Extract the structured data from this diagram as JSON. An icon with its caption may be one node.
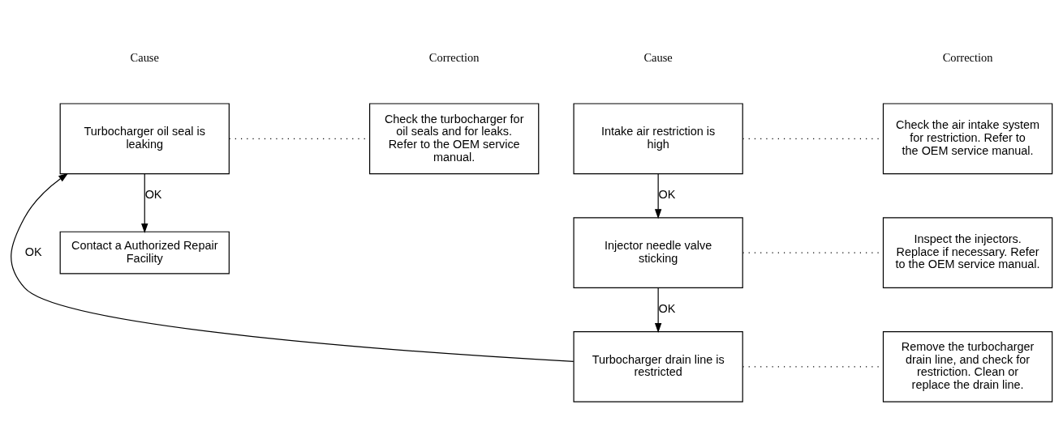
{
  "diagram": {
    "nodes": [
      {
        "text": [
          "Intake air restriction is high"
        ]
      },
      {
        "text": [
          "Check the air intake system for restriction. Refer to the OEM service manual."
        ]
      },
      {
        "text": [
          "Injector needle valve sticking"
        ]
      },
      {
        "text": [
          "Inspect the injectors. Replace if necessary. Refer to the OEM service manual."
        ]
      },
      {
        "text": [
          "Turbocharger drain line is restricted"
        ]
      },
      {
        "text": [
          "Remove the turbocharger drain line, and check for restriction. Clean or replace the drain line."
        ]
      },
      {
        "text": [
          "Turbocharger oil seal is leaking"
        ]
      },
      {
        "text": [
          "Check the turbocharger for oil seals and for leaks. Refer to the OEM service manual."
        ]
      },
      {
        "text": [
          "Contact a Authorized Repair Facility"
        ]
      }
    ],
    "edges": [
      {
        "from": 0,
        "to": 1,
        "arrow": "none",
        "style": "dashed"
      },
      {
        "from": 0,
        "to": 2,
        "arrow": "to",
        "label": "OK"
      },
      {
        "from": 2,
        "to": 3,
        "arrow": "none",
        "style": "dashed"
      },
      {
        "from": 2,
        "to": 4,
        "arrow": "to",
        "label": "OK"
      },
      {
        "from": 4,
        "to": 5,
        "arrow": "none",
        "style": "dashed"
      },
      {
        "from": 4,
        "to": 6,
        "arrow": "to",
        "label": "OK"
      },
      {
        "from": 6,
        "to": 7,
        "arrow": "none",
        "style": "dashed"
      },
      {
        "from": 6,
        "to": 8,
        "arrow": "to",
        "label": "OK"
      }
    ],
    "labels": [
      "Cause",
      "Correction",
      "Cause",
      "Correction"
    ]
  }
}
